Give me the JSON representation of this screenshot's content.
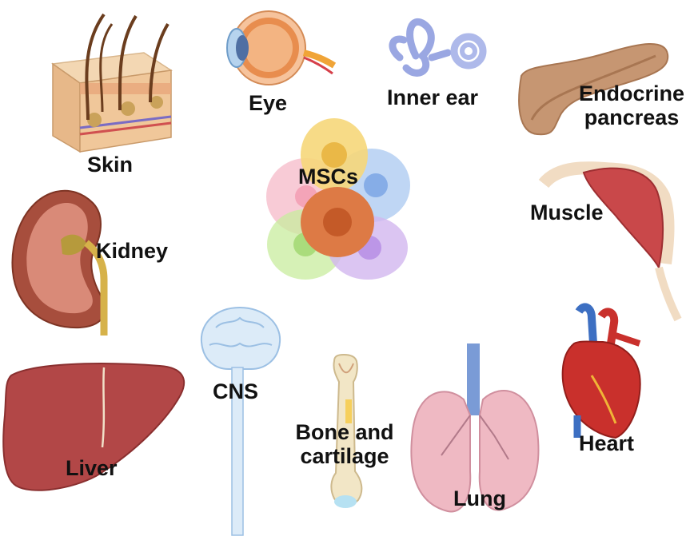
{
  "center_label": "MSCs",
  "organs": {
    "skin": "Skin",
    "eye": "Eye",
    "inner_ear": "Inner ear",
    "pancreas_line1": "Endocrine",
    "pancreas_line2": "pancreas",
    "kidney": "Kidney",
    "muscle": "Muscle",
    "cns": "CNS",
    "bone_line1": "Bone and",
    "bone_line2": "cartilage",
    "liver": "Liver",
    "lung": "Lung",
    "heart": "Heart"
  },
  "colors": {
    "cell_yellow": "#f6d77a",
    "cell_blue": "#a9c8f0",
    "cell_pink": "#f6b9c8",
    "cell_green": "#c8ec9e",
    "cell_purple": "#d2b6ef",
    "cell_orange": "#dd7a45",
    "liver": "#b24747",
    "kidney": "#a74e3d",
    "muscle": "#c9484a",
    "heart": "#c9302c",
    "lung": "#efb9c3",
    "cns": "#cfe2f3",
    "bone": "#f2e6c6",
    "pancreas": "#c69672",
    "ear": "#aeb9ea"
  }
}
